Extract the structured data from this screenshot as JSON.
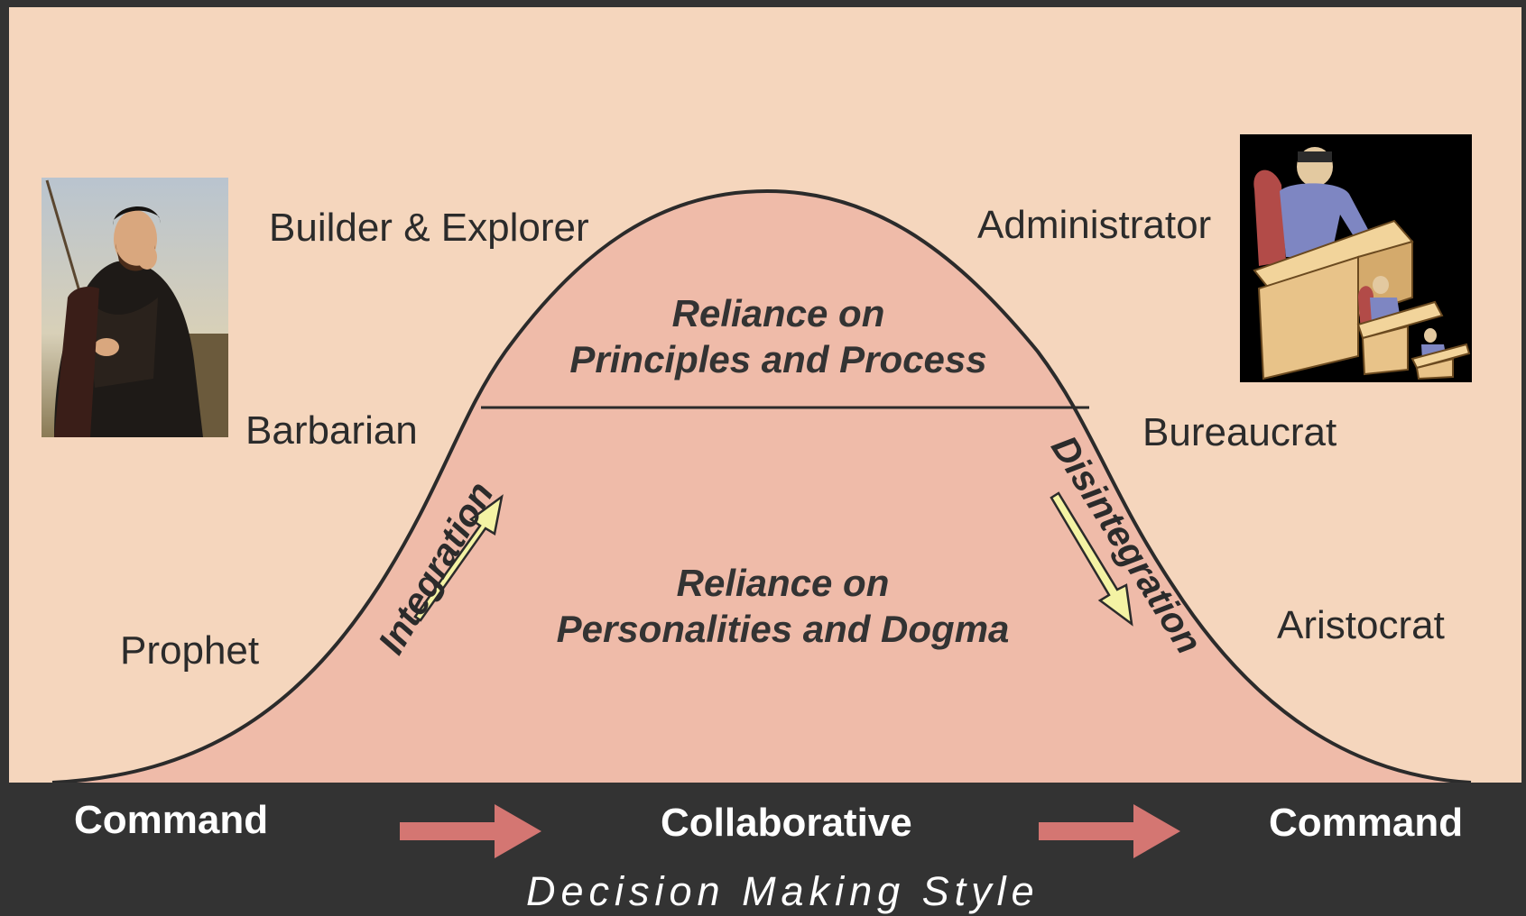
{
  "colors": {
    "background": "#f5d6bd",
    "curve_fill": "#efbba9",
    "curve_stroke": "#2b2b2b",
    "bottom_bar": "#333333",
    "phase_arrow_fill": "#f4f3a4",
    "style_arrow": "#d47672"
  },
  "stages_left": {
    "prophet": "Prophet",
    "barbarian": "Barbarian",
    "builder_explorer": "Builder & Explorer"
  },
  "stages_right": {
    "administrator": "Administrator",
    "bureaucrat": "Bureaucrat",
    "aristocrat": "Aristocrat"
  },
  "regions": {
    "upper_line1": "Reliance on",
    "upper_line2": "Principles and Process",
    "lower_line1": "Reliance on",
    "lower_line2": "Personalities and Dogma"
  },
  "phases": {
    "rising": "Integration",
    "falling": "Disintegration"
  },
  "decision_styles": [
    "Command",
    "Collaborative",
    "Command"
  ],
  "axis_title": "Decision Making Style",
  "images": {
    "left_image": "explorer-portrait-image",
    "right_image": "administrator-hierarchy-image"
  }
}
